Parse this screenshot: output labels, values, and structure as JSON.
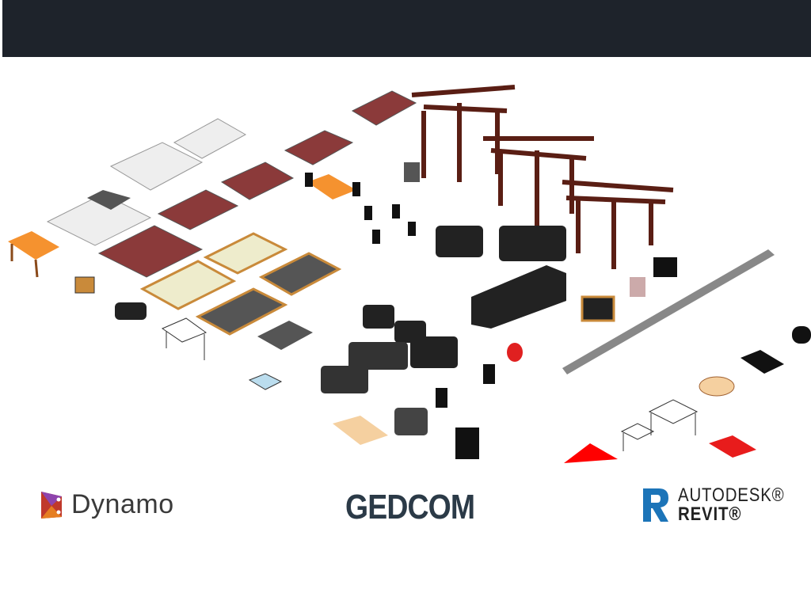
{
  "logos": {
    "dynamo": {
      "text": "Dynamo"
    },
    "gedcom": {
      "text": "GEDCOM"
    },
    "revit": {
      "brand": "AUTODESK®",
      "product": "REVIT®"
    }
  },
  "colors": {
    "header": "#1e232b",
    "bed_red": "#8b3a3a",
    "wood": "#5a1e14",
    "orange": "#f5922f",
    "revit_blue": "#1c74b8"
  }
}
